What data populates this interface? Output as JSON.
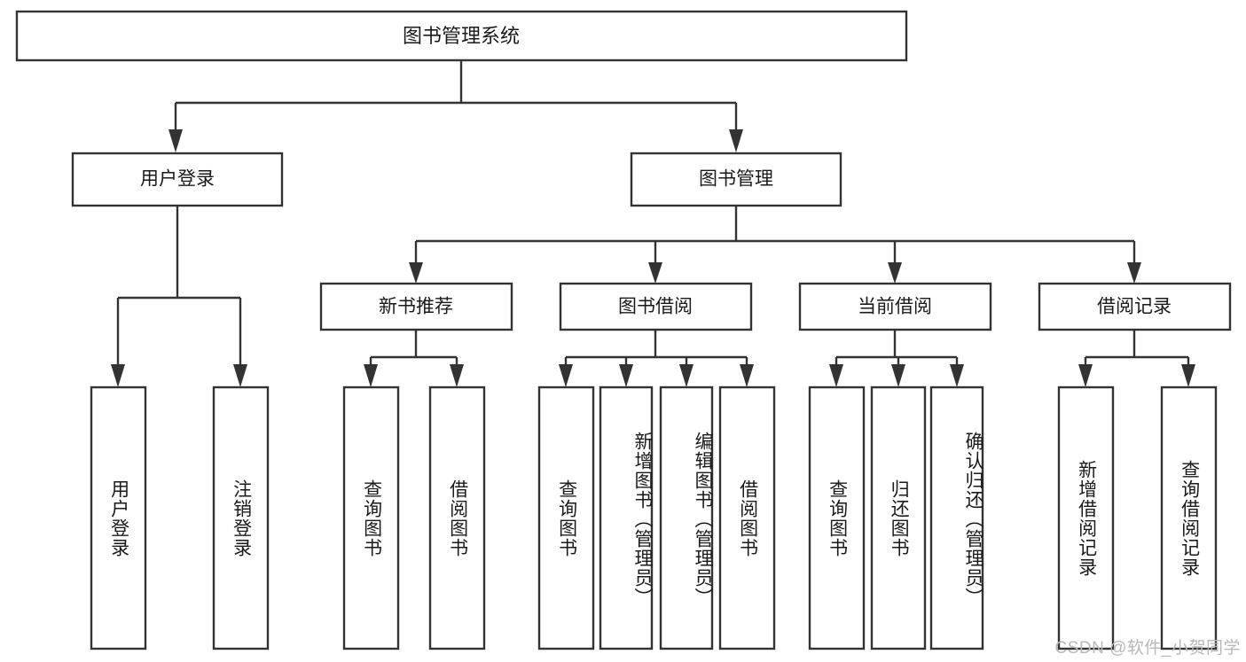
{
  "diagram": {
    "title": "图书管理系统",
    "type": "tree-hierarchy",
    "watermark": "CSDN @软件_小贺同学",
    "root": {
      "label": "图书管理系统"
    },
    "level2": [
      {
        "label": "用户登录"
      },
      {
        "label": "图书管理"
      }
    ],
    "level3": [
      {
        "label": "新书推荐"
      },
      {
        "label": "图书借阅"
      },
      {
        "label": "当前借阅"
      },
      {
        "label": "借阅记录"
      }
    ],
    "leaves": {
      "user_login": [
        {
          "label": "用户登录"
        },
        {
          "label": "注销登录"
        }
      ],
      "new_book_recommend": [
        {
          "label": "查询图书"
        },
        {
          "label": "借阅图书"
        }
      ],
      "book_borrow": [
        {
          "label": "查询图书"
        },
        {
          "label": "新增图书（管理员）"
        },
        {
          "label": "编辑图书（管理员）"
        },
        {
          "label": "借阅图书"
        }
      ],
      "current_borrow": [
        {
          "label": "查询图书"
        },
        {
          "label": "归还图书"
        },
        {
          "label": "确认归还（管理员）"
        }
      ],
      "borrow_record": [
        {
          "label": "新增借阅记录"
        },
        {
          "label": "查询借阅记录"
        }
      ]
    },
    "colors": {
      "stroke": "#333333",
      "fill": "#ffffff",
      "text": "#1a1a1a",
      "watermark": "#b8b8b8"
    }
  }
}
